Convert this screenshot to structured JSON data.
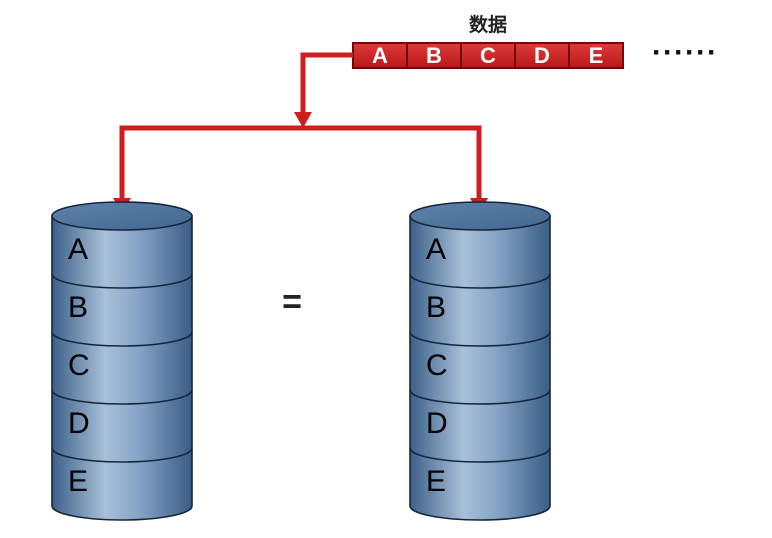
{
  "data_stream": {
    "title": "数据",
    "segments": [
      "A",
      "B",
      "C",
      "D",
      "E"
    ],
    "continuation": "······",
    "fill_color": "#d42424",
    "border_color": "#6e0b0b"
  },
  "arrows": {
    "color": "#cc1f1f"
  },
  "disks": [
    {
      "label_id": "left",
      "layers": [
        "A",
        "B",
        "C",
        "D",
        "E"
      ]
    },
    {
      "label_id": "right",
      "layers": [
        "A",
        "B",
        "C",
        "D",
        "E"
      ]
    }
  ],
  "equals_sign": "=",
  "colors": {
    "disk_light": "#a9c1d9",
    "disk_mid": "#6f91b8",
    "disk_dark": "#3f6590",
    "disk_outline": "#14263c"
  }
}
